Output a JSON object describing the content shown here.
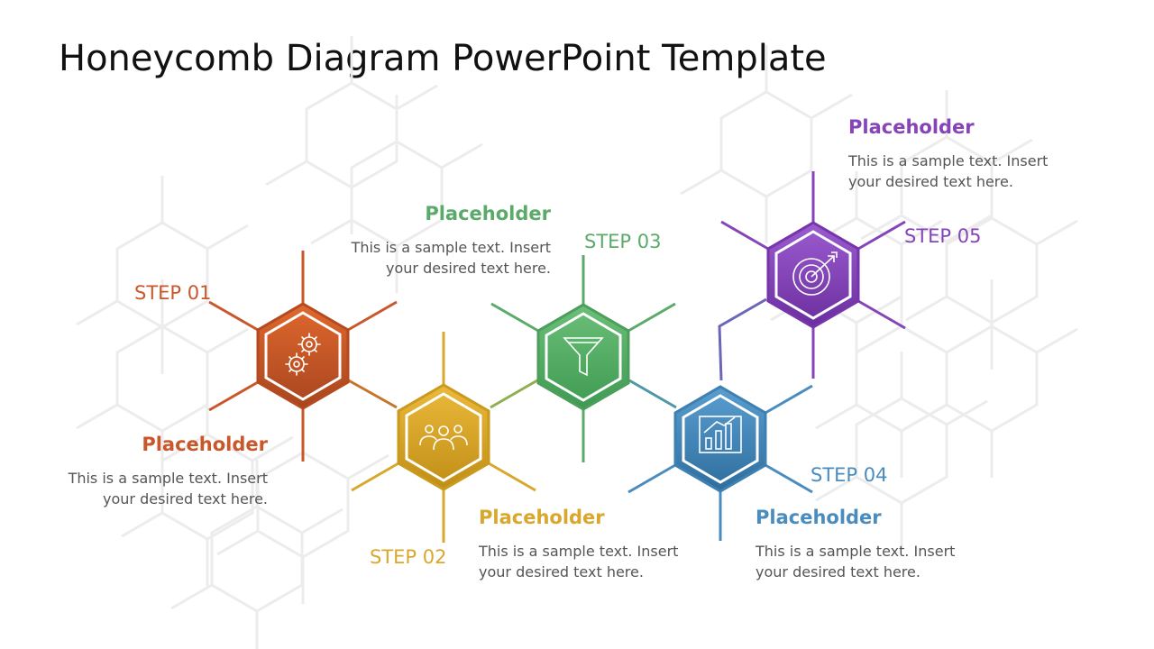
{
  "slide": {
    "title": "Honeycomb Diagram PowerPoint Template"
  },
  "steps": [
    {
      "label": "STEP 01",
      "heading": "Placeholder",
      "text": "This is a sample text. Insert\nyour desired text here.",
      "color": "#C9572A",
      "icon": "gears-icon"
    },
    {
      "label": "STEP 02",
      "heading": "Placeholder",
      "text": "This is a sample text. Insert\nyour desired text here.",
      "color": "#D9A72C",
      "icon": "team-icon"
    },
    {
      "label": "STEP 03",
      "heading": "Placeholder",
      "text": "This is a sample text. Insert\nyour desired text here.",
      "color": "#5BAA6A",
      "icon": "funnel-icon"
    },
    {
      "label": "STEP 04",
      "heading": "Placeholder",
      "text": "This is a sample text. Insert\nyour desired text here.",
      "color": "#4A8CBE",
      "icon": "bar-chart-icon"
    },
    {
      "label": "STEP 05",
      "heading": "Placeholder",
      "text": "This is a sample text. Insert\nyour desired text here.",
      "color": "#8545B8",
      "icon": "target-icon"
    }
  ]
}
